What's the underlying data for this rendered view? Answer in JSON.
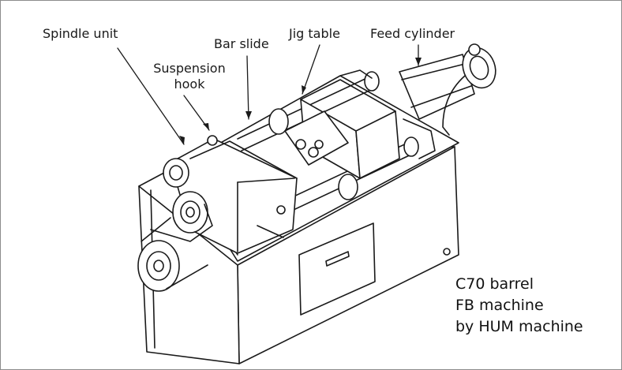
{
  "labels": {
    "spindle_unit": "Spindle unit",
    "suspension_hook_line1": "Suspension",
    "suspension_hook_line2": "hook",
    "bar_slide": "Bar slide",
    "jig_table": "Jig table",
    "feed_cylinder": "Feed cylinder"
  },
  "caption": {
    "line1": "C70 barrel",
    "line2": "FB machine",
    "line3": "by HUM machine"
  }
}
